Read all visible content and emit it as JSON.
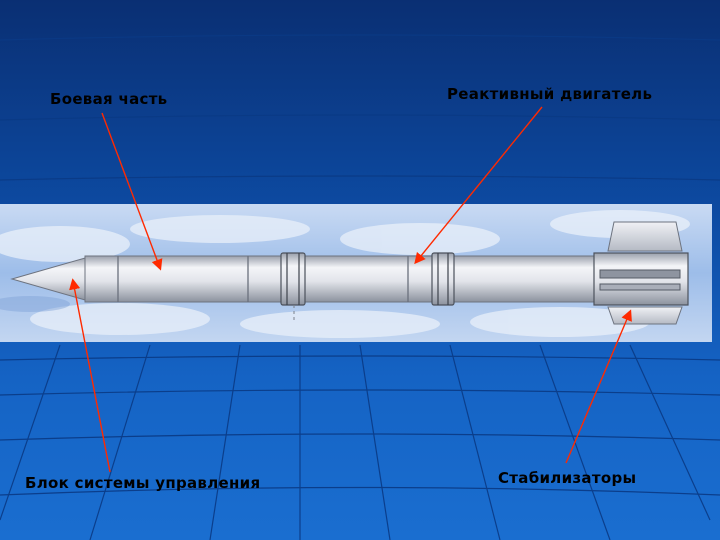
{
  "slide": {
    "background_colors": [
      "#0a2f73",
      "#1a6ed0"
    ],
    "accent_arrow_color": "#ff2a00"
  },
  "labels": {
    "warhead": "Боевая часть",
    "engine": "Реактивный двигатель",
    "control_unit": "Блок системы управления",
    "stabilizers": "Стабилизаторы"
  },
  "image": {
    "subject": "missile-side-view",
    "sky_colors": [
      "#8fb3e6",
      "#c9daf3"
    ]
  }
}
